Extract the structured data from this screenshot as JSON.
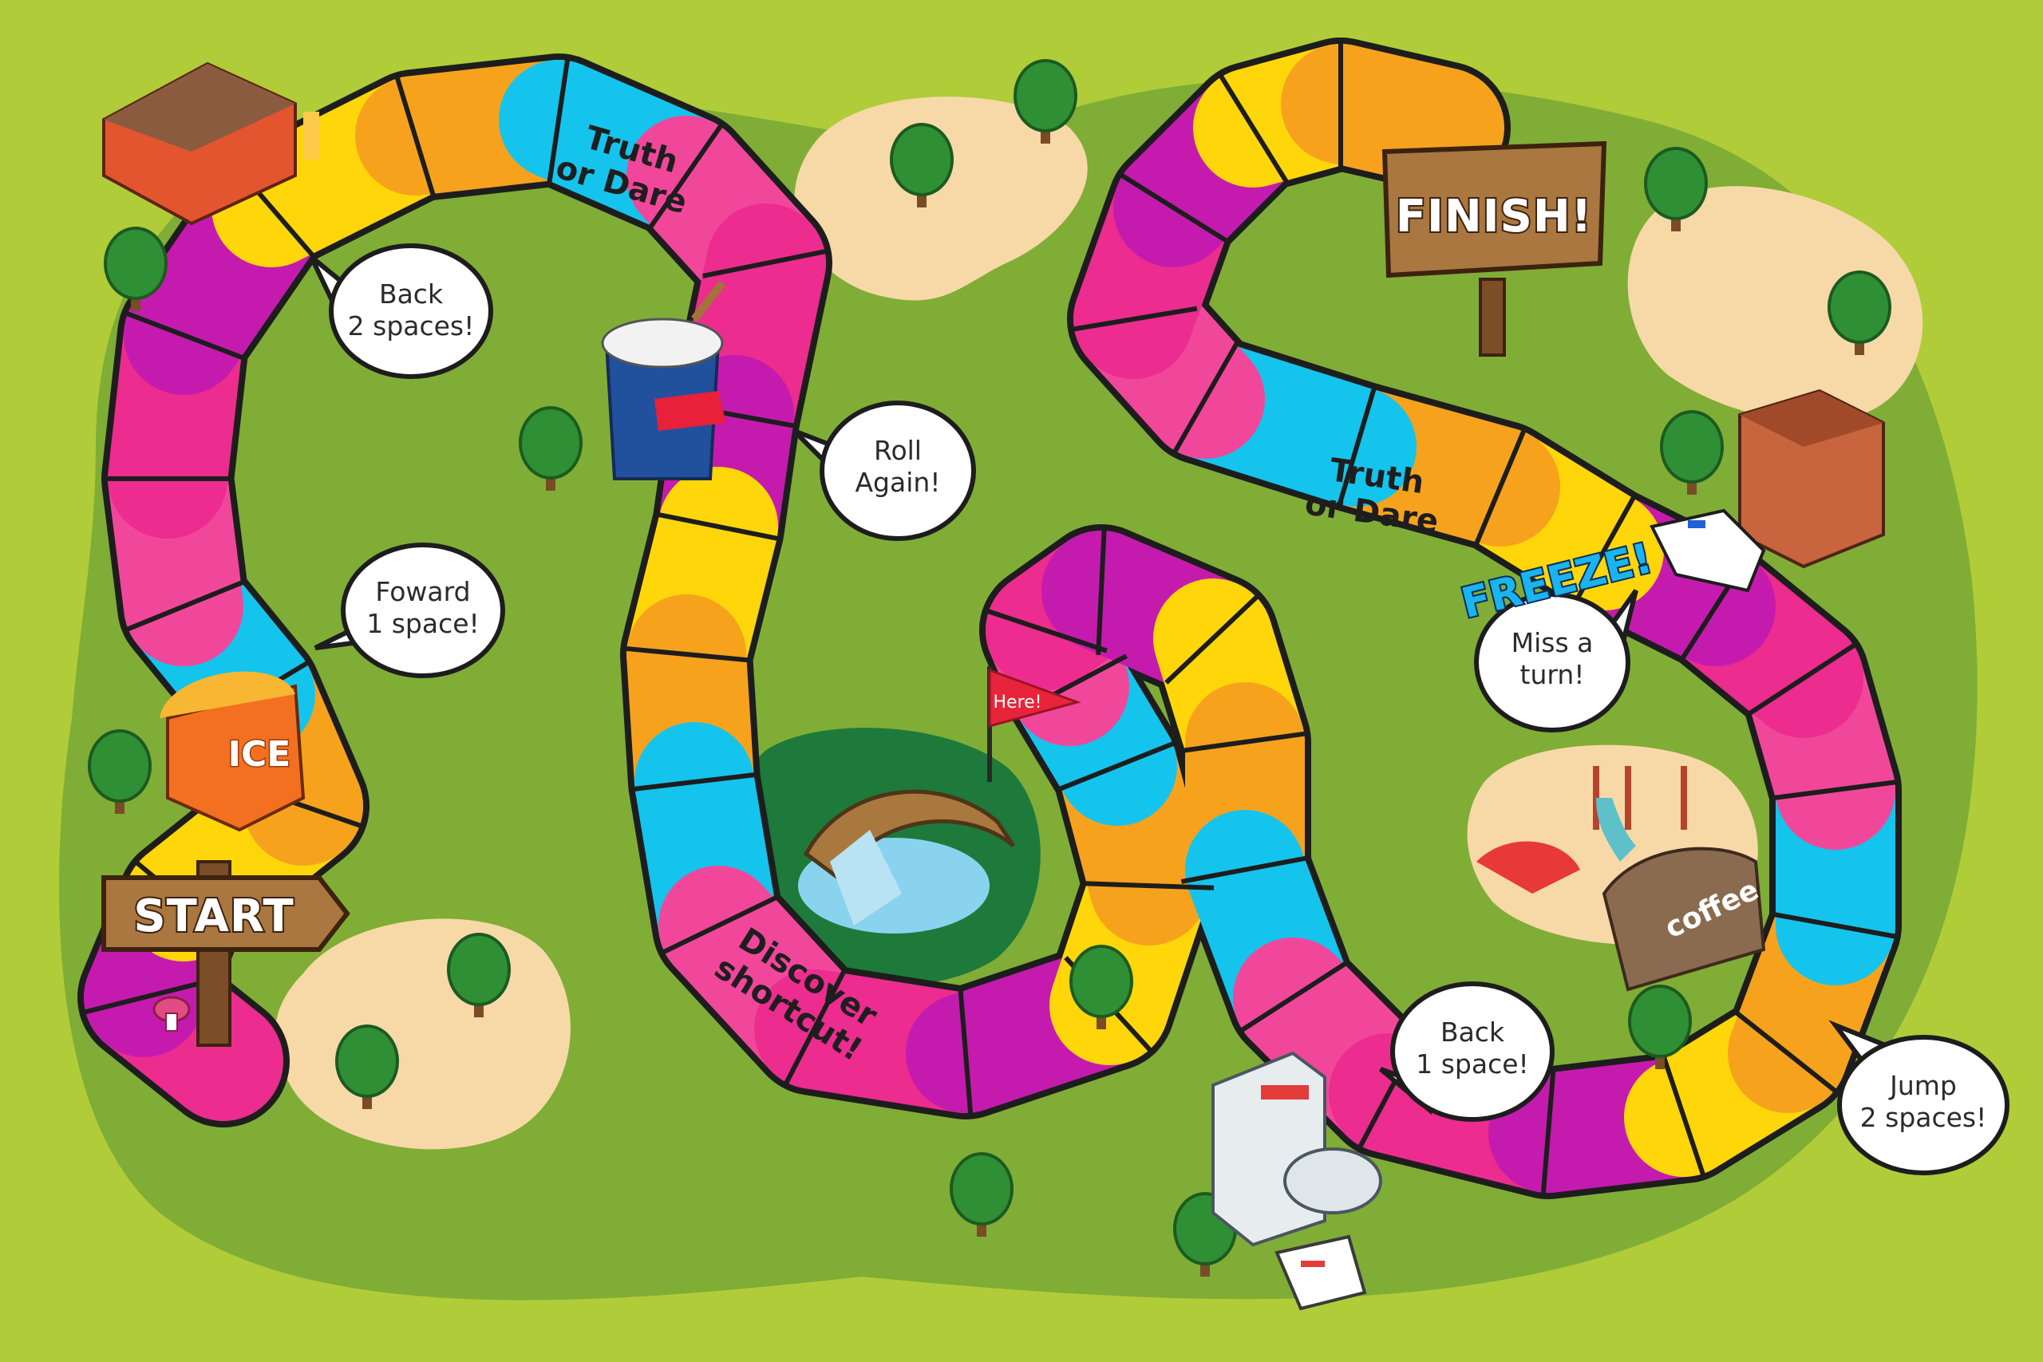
{
  "board": {
    "start_label": "START",
    "finish_label": "FINISH!",
    "flag_label": "Here!",
    "freeze_label": "FREEZE!",
    "ice_label": "ICE",
    "coffee_label": "coffee"
  },
  "special_spaces": {
    "truth_or_dare_top": [
      "Truth",
      "or Dare"
    ],
    "truth_or_dare_right": [
      "Truth",
      "or Dare"
    ],
    "discover_shortcut": [
      "Discover",
      "shortcut!"
    ]
  },
  "bubbles": {
    "back_2_spaces": [
      "Back",
      "2 spaces!"
    ],
    "foward_1_space": [
      "Foward",
      "1 space!"
    ],
    "roll_again": [
      "Roll",
      "Again!"
    ],
    "miss_a_turn": [
      "Miss a",
      "turn!"
    ],
    "back_1_space": [
      "Back",
      "1 space!"
    ],
    "jump_2_spaces": [
      "Jump",
      "2 spaces!"
    ]
  },
  "colors": {
    "background": "#b0cc38",
    "field": "#7fac35",
    "sand": "#f7d9a8",
    "path_outline": "#1d1d1d",
    "space_colors": [
      "#ec2c8e",
      "#c41bae",
      "#ffd60a",
      "#f7a21c",
      "#14c4ec",
      "#f1479b"
    ]
  }
}
